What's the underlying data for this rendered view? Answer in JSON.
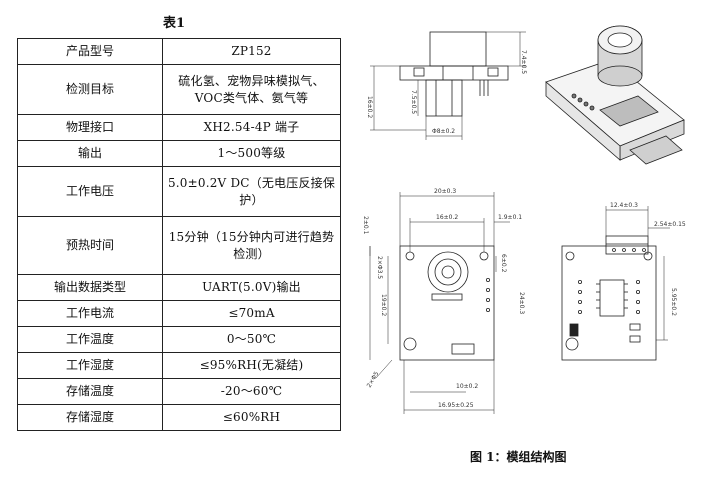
{
  "table": {
    "title": "表1",
    "rows": [
      {
        "label": "产品型号",
        "value": "ZP152"
      },
      {
        "label": "检测目标",
        "value": "硫化氢、宠物异味模拟气、VOC类气体、氨气等"
      },
      {
        "label": "物理接口",
        "value": "XH2.54-4P 端子"
      },
      {
        "label": "输出",
        "value": "1～500等级"
      },
      {
        "label": "工作电压",
        "value": "5.0±0.2V DC（无电压反接保护）"
      },
      {
        "label": "预热时间",
        "value": "15分钟（15分钟内可进行趋势检测）"
      },
      {
        "label": "输出数据类型",
        "value": "UART(5.0V)输出"
      },
      {
        "label": "工作电流",
        "value": "≤70mA"
      },
      {
        "label": "工作温度",
        "value": "0～50℃"
      },
      {
        "label": "工作湿度",
        "value": "≤95%RH(无凝结)"
      },
      {
        "label": "存储温度",
        "value": "-20～60℃"
      },
      {
        "label": "存储湿度",
        "value": "≤60%RH"
      }
    ]
  },
  "figure": {
    "caption": "图 1：模组结构图",
    "dims": {
      "side_top_h": "7.4±0.5",
      "side_mid_h": "7.5±0.5",
      "side_left_h": "16±0.2",
      "side_dia": "Φ8±0.2",
      "top_width": "20±0.3",
      "top_inner": "16±0.2",
      "top_right": "1.9±0.1",
      "top_left": "2±0.1",
      "top_hole": "2×Φ3.5",
      "top_vert": "19±0.2",
      "top_small": "6±0.2",
      "top_height": "24±0.3",
      "bottom_hole": "2×Φ5",
      "bottom_gap": "10±0.2",
      "bottom_width": "16.95±0.25",
      "right_w": "12.4±0.3",
      "right_pitch": "2.54±0.15",
      "right_h": "5.95±0.2"
    }
  }
}
